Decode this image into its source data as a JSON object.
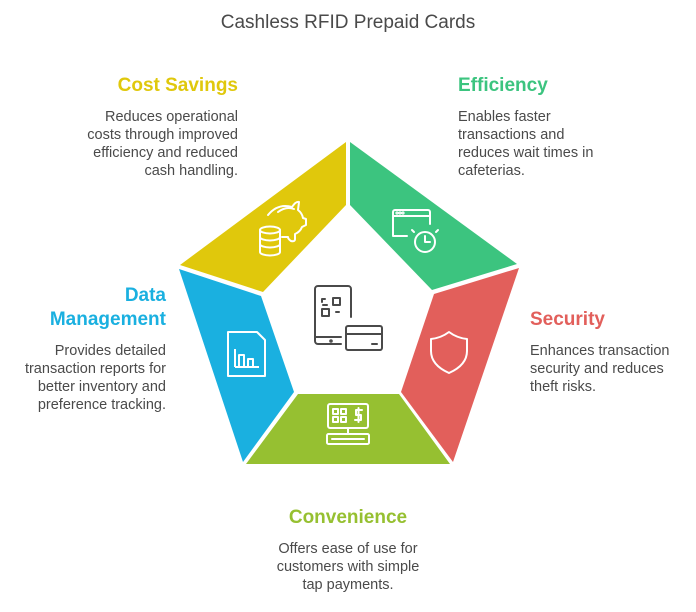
{
  "title": "Cashless RFID Prepaid Cards",
  "colors": {
    "cost_savings": "#e0c80c",
    "efficiency": "#3cc47f",
    "security": "#e25f5b",
    "convenience": "#96c031",
    "data_management": "#1ab0e0",
    "text": "#4a4a4a"
  },
  "center_icon": "phone-qr-card-icon",
  "segments": [
    {
      "id": "cost_savings",
      "heading": "Cost Savings",
      "description": [
        "Reduces operational",
        "costs through improved",
        "efficiency and reduced",
        "cash handling."
      ],
      "icon": "piggy-bank-coins-icon"
    },
    {
      "id": "efficiency",
      "heading": "Efficiency",
      "description": [
        "Enables faster",
        "transactions and",
        "reduces wait times in",
        "cafeterias."
      ],
      "icon": "browser-clock-icon"
    },
    {
      "id": "security",
      "heading": "Security",
      "description": [
        "Enhances transaction",
        "security and reduces",
        "theft risks."
      ],
      "icon": "shield-icon"
    },
    {
      "id": "convenience",
      "heading": "Convenience",
      "description": [
        "Offers ease of use for",
        "customers with simple",
        "tap payments."
      ],
      "icon": "pos-terminal-icon"
    },
    {
      "id": "data_management",
      "heading_lines": [
        "Data",
        "Management"
      ],
      "description": [
        "Provides detailed",
        "transaction reports for",
        "better inventory and",
        "preference tracking."
      ],
      "icon": "report-chart-icon"
    }
  ]
}
